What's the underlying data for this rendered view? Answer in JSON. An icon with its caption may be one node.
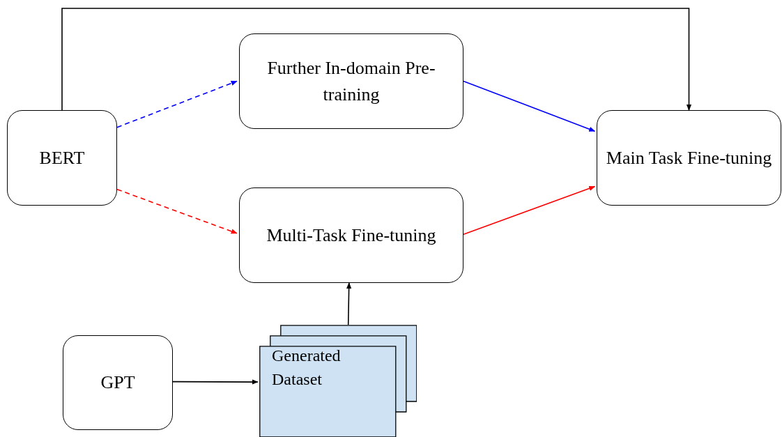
{
  "diagram": {
    "nodes": [
      {
        "text": [
          "BERT"
        ]
      },
      {
        "text": [
          "Further In-domain Pre-training"
        ]
      },
      {
        "text": [
          "Multi-Task Fine-tuning"
        ]
      },
      {
        "text": [
          "Main Task Fine-tuning"
        ]
      },
      {
        "text": [
          "GPT"
        ]
      },
      {
        "text": [
          "Generated Dataset"
        ]
      }
    ],
    "edges": [
      {
        "from": 0,
        "to": 1,
        "arrow": "to",
        "style": "dashed",
        "color": "#0000ff"
      },
      {
        "from": 0,
        "to": 2,
        "arrow": "to",
        "style": "dashed",
        "color": "#ff0000"
      },
      {
        "from": 1,
        "to": 3,
        "arrow": "to",
        "color": "#0000ff"
      },
      {
        "from": 2,
        "to": 3,
        "arrow": "to",
        "color": "#ff0000"
      },
      {
        "from": 0,
        "to": 3,
        "arrow": "to"
      },
      {
        "from": 4,
        "to": 5,
        "arrow": "to"
      },
      {
        "from": 5,
        "to": 2,
        "arrow": "to"
      }
    ]
  }
}
